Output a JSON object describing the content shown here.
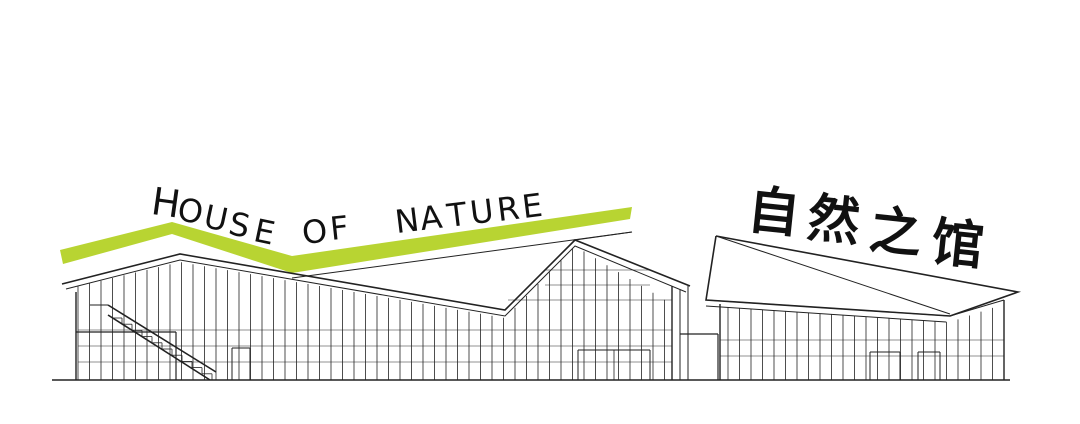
{
  "title_en": "HOUSE OF NATURE",
  "title_en_letters": [
    "H",
    "O",
    "U",
    "S",
    "E",
    "O",
    "F",
    "N",
    "A",
    "T",
    "U",
    "R",
    "E"
  ],
  "title_cn": "自然之馆",
  "title_cn_chars": [
    "自",
    "然",
    "之",
    "馆"
  ],
  "colors": {
    "background": "#ffffff",
    "line": "#222222",
    "accent": "#b8d432",
    "text": "#111111"
  },
  "icons": [
    "building-elevation-drawing",
    "accent-roof-stripe"
  ]
}
